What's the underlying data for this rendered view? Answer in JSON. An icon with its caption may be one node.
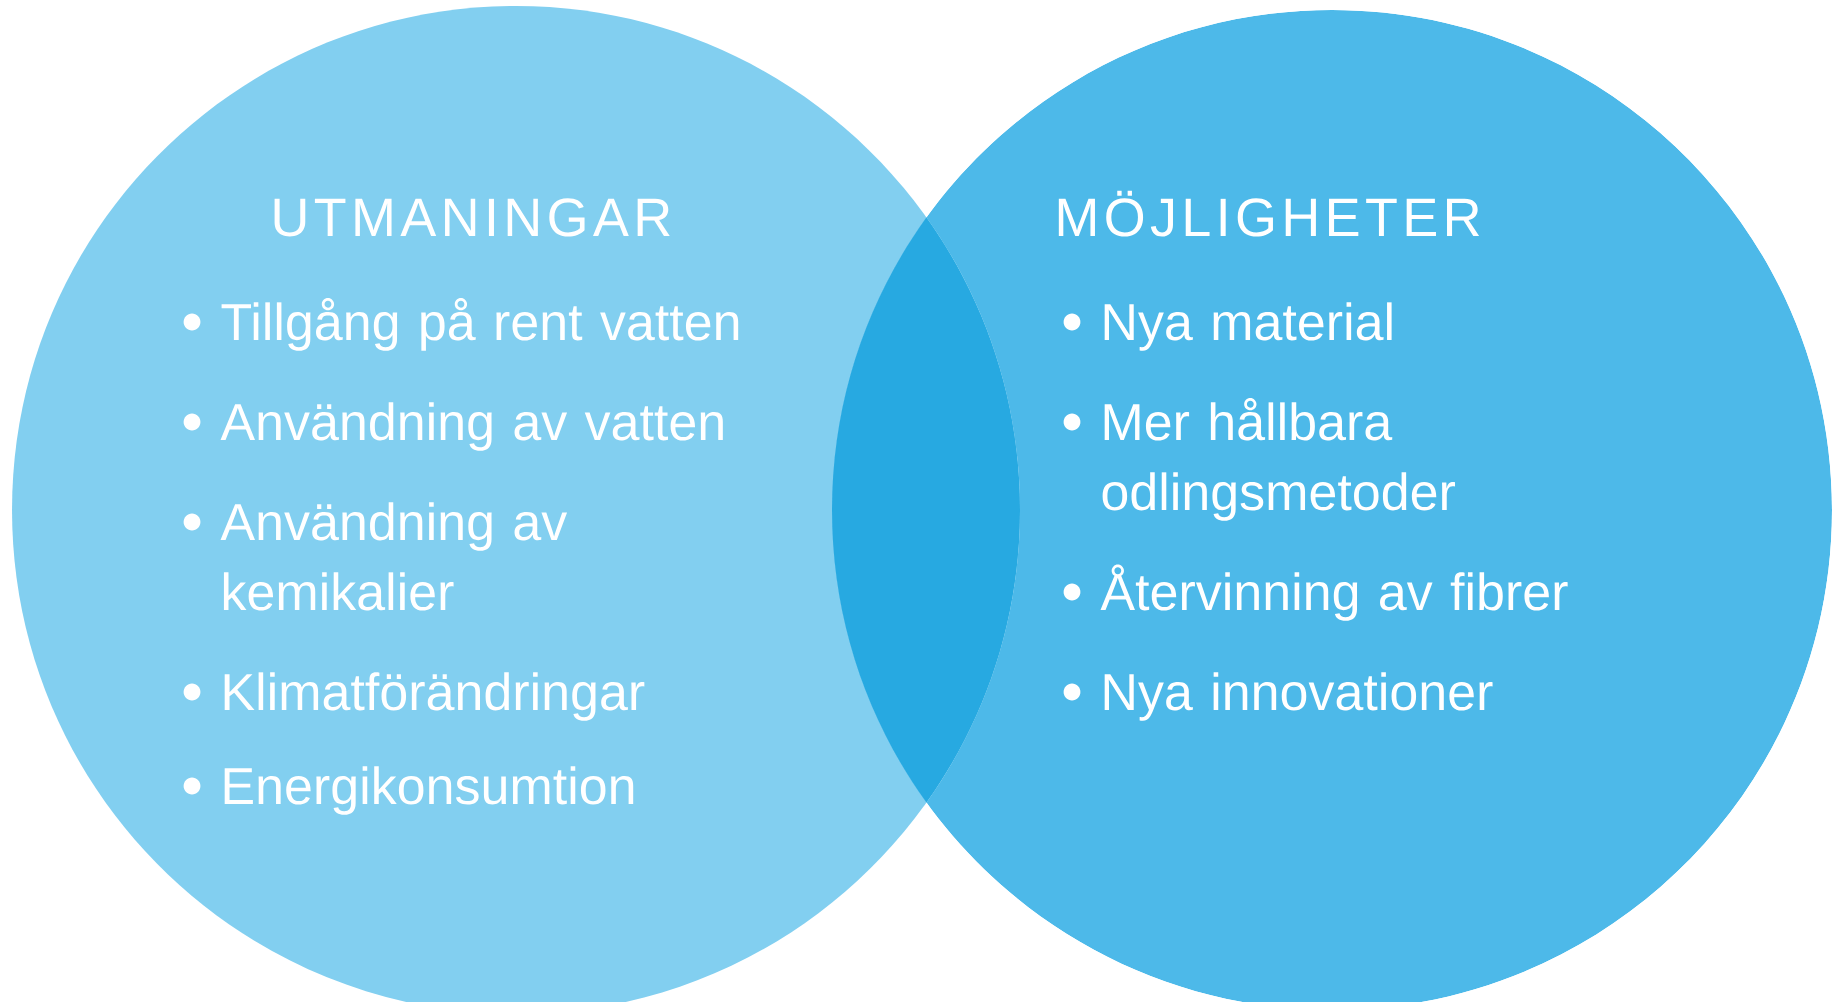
{
  "diagram": {
    "nodes": [
      {
        "text": [
          "UTMANINGAR",
          "Tillgång på rent vatten",
          "Användning av vatten",
          "Användning av kemikalier",
          "Klimatförändringar",
          "Energikonsumtion"
        ]
      },
      {
        "text": [
          "MÖJLIGHETER",
          "Nya material",
          "Mer hållbara odlingsmetoder",
          "Återvinning av fibrer",
          "Nya innovationer"
        ]
      }
    ]
  }
}
